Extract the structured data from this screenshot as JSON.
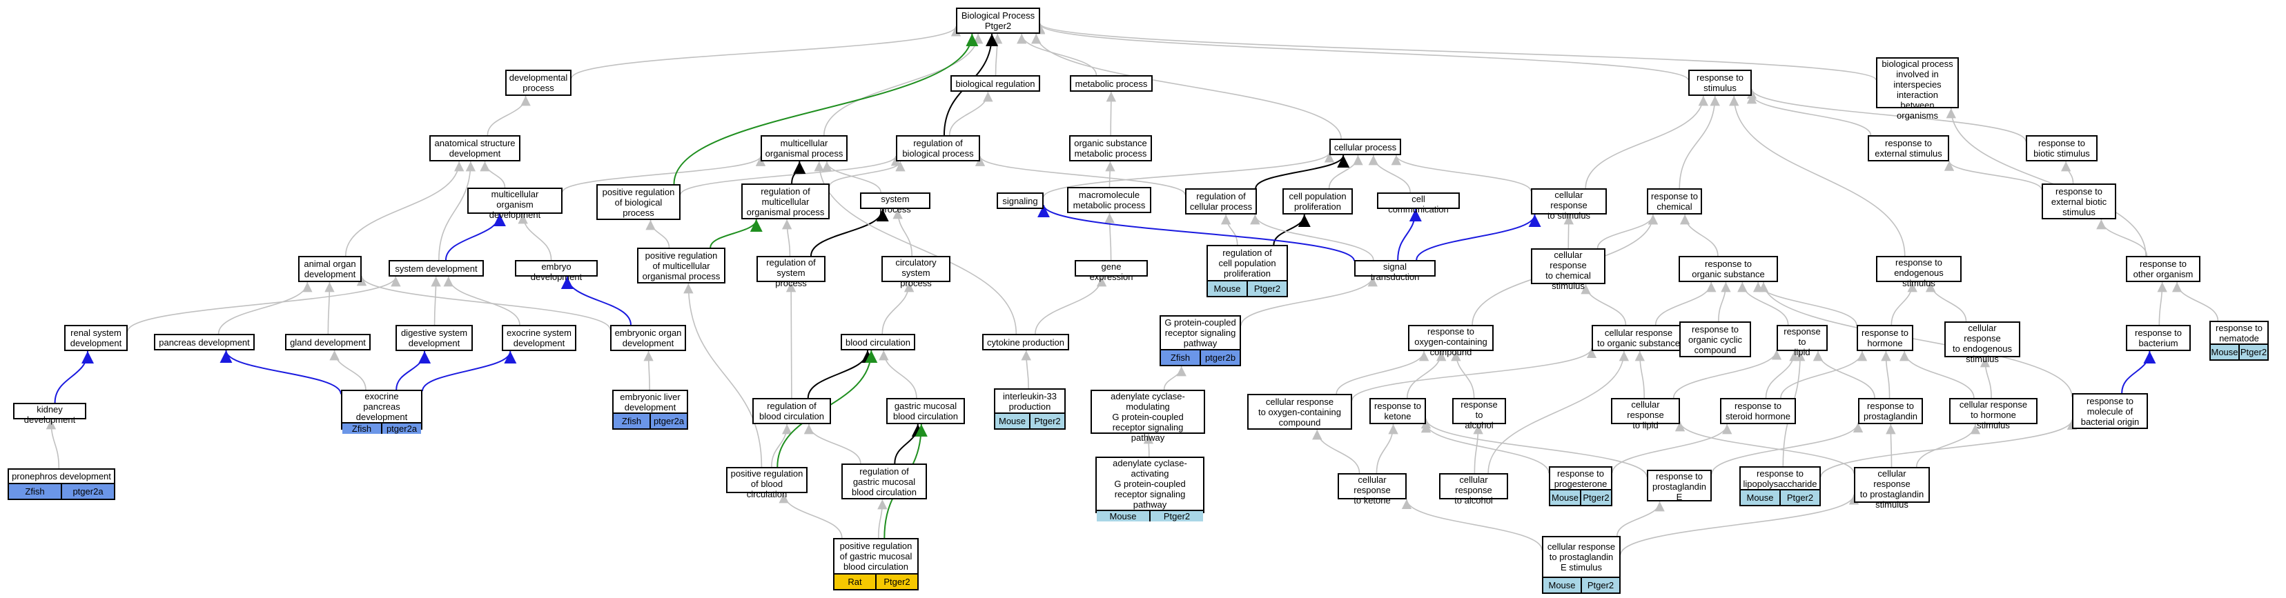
{
  "colors": {
    "edge_default": "#c0c0c0",
    "edge_black": "#000000",
    "edge_green": "#1f8f1f",
    "edge_blue": "#1a1adf",
    "zfish_tag": "#6b96e8",
    "mouse_tag": "#a9d6e6",
    "rat_tag": "#f6c800"
  },
  "nodes": [
    {
      "id": "bp",
      "label": "Biological Process\nPtger2"
    },
    {
      "id": "devproc",
      "label": "developmental\nprocess"
    },
    {
      "id": "bioreg",
      "label": "biological regulation"
    },
    {
      "id": "metab",
      "label": "metabolic process"
    },
    {
      "id": "rstim",
      "label": "response to\nstimulus"
    },
    {
      "id": "interorg",
      "label": "biological process\ninvolved in\ninterspecies\ninteraction\nbetween organisms"
    },
    {
      "id": "asd",
      "label": "anatomical structure\ndevelopment"
    },
    {
      "id": "multi",
      "label": "multicellular\norganismal process"
    },
    {
      "id": "regbp",
      "label": "regulation of\nbiological process"
    },
    {
      "id": "osmp",
      "label": "organic substance\nmetabolic process"
    },
    {
      "id": "cellproc",
      "label": "cellular process"
    },
    {
      "id": "rextstim",
      "label": "response to\nexternal stimulus"
    },
    {
      "id": "rbiostim",
      "label": "response to\nbiotic stimulus"
    },
    {
      "id": "mod",
      "label": "multicellular\norganism development"
    },
    {
      "id": "posregbp",
      "label": "positive regulation\nof biological\nprocess"
    },
    {
      "id": "regmulti",
      "label": "regulation of\nmulticellular\norganismal process"
    },
    {
      "id": "sysproc",
      "label": "system process"
    },
    {
      "id": "signaling",
      "label": "signaling"
    },
    {
      "id": "macromp",
      "label": "macromolecule\nmetabolic process"
    },
    {
      "id": "regcp",
      "label": "regulation of\ncellular process"
    },
    {
      "id": "cellprolif",
      "label": "cell population\nproliferation"
    },
    {
      "id": "cellcomm",
      "label": "cell communication"
    },
    {
      "id": "crstim",
      "label": "cellular response\nto stimulus"
    },
    {
      "id": "rchem",
      "label": "response to\nchemical"
    },
    {
      "id": "rextbio",
      "label": "response to\nexternal biotic\nstimulus"
    },
    {
      "id": "aod",
      "label": "animal organ\ndevelopment"
    },
    {
      "id": "sysdev",
      "label": "system development"
    },
    {
      "id": "embdev",
      "label": "embryo development"
    },
    {
      "id": "posregmulti",
      "label": "positive regulation\nof multicellular\norganismal process"
    },
    {
      "id": "regsys",
      "label": "regulation of\nsystem process"
    },
    {
      "id": "circsys",
      "label": "circulatory\nsystem process"
    },
    {
      "id": "geneexp",
      "label": "gene expression"
    },
    {
      "id": "regcellprolif",
      "label": "regulation of\ncell population\nproliferation",
      "tags": [
        {
          "text": "Mouse",
          "color": "mouse_tag"
        },
        {
          "text": "Ptger2",
          "color": "mouse_tag"
        }
      ]
    },
    {
      "id": "sigtrans",
      "label": "signal transduction"
    },
    {
      "id": "crchem",
      "label": "cellular response\nto chemical\nstimulus"
    },
    {
      "id": "ros",
      "label": "response to\norganic substance"
    },
    {
      "id": "rendo",
      "label": "response to\nendogenous stimulus"
    },
    {
      "id": "rother",
      "label": "response to\nother organism"
    },
    {
      "id": "renal",
      "label": "renal system\ndevelopment"
    },
    {
      "id": "pancdev",
      "label": "pancreas development"
    },
    {
      "id": "glanddev",
      "label": "gland development"
    },
    {
      "id": "digdev",
      "label": "digestive system\ndevelopment"
    },
    {
      "id": "exodev",
      "label": "exocrine system\ndevelopment"
    },
    {
      "id": "embod",
      "label": "embryonic organ\ndevelopment"
    },
    {
      "id": "bloodcirc",
      "label": "blood circulation"
    },
    {
      "id": "gpcr",
      "label": "G protein-coupled\nreceptor signaling\npathway",
      "tags": [
        {
          "text": "Zfish",
          "color": "zfish_tag"
        },
        {
          "text": "ptger2b",
          "color": "zfish_tag"
        }
      ]
    },
    {
      "id": "cytprod",
      "label": "cytokine production"
    },
    {
      "id": "roxy",
      "label": "response to\noxygen-containing\ncompound"
    },
    {
      "id": "cros",
      "label": "cellular response\nto organic substance"
    },
    {
      "id": "rocc",
      "label": "response to\norganic cyclic\ncompound"
    },
    {
      "id": "rlipid",
      "label": "response to\nlipid"
    },
    {
      "id": "rhormone",
      "label": "response to\nhormone"
    },
    {
      "id": "crendo",
      "label": "cellular response\nto endogenous\nstimulus"
    },
    {
      "id": "rnematode",
      "label": "response to\nnematode",
      "tags": [
        {
          "text": "Mouse",
          "color": "mouse_tag"
        },
        {
          "text": "Ptger2",
          "color": "mouse_tag"
        }
      ]
    },
    {
      "id": "rbact",
      "label": "response to\nbacterium"
    },
    {
      "id": "kidney",
      "label": "kidney development"
    },
    {
      "id": "exopanc",
      "label": "exocrine pancreas\ndevelopment",
      "tags": [
        {
          "text": "Zfish",
          "color": "zfish_tag"
        },
        {
          "text": "ptger2a",
          "color": "zfish_tag"
        }
      ]
    },
    {
      "id": "embliver",
      "label": "embryonic liver\ndevelopment",
      "tags": [
        {
          "text": "Zfish",
          "color": "zfish_tag"
        },
        {
          "text": "ptger2a",
          "color": "zfish_tag"
        }
      ]
    },
    {
      "id": "il33",
      "label": "interleukin-33\nproduction",
      "tags": [
        {
          "text": "Mouse",
          "color": "mouse_tag"
        },
        {
          "text": "Ptger2",
          "color": "mouse_tag"
        }
      ]
    },
    {
      "id": "regblood",
      "label": "regulation of\nblood circulation"
    },
    {
      "id": "gmbc",
      "label": "gastric mucosal\nblood circulation"
    },
    {
      "id": "acmod",
      "label": "adenylate cyclase-modulating\nG protein-coupled\nreceptor signaling\npathway"
    },
    {
      "id": "croxy",
      "label": "cellular response\nto oxygen-containing\ncompound"
    },
    {
      "id": "rketone",
      "label": "response to\nketone"
    },
    {
      "id": "ralcohol",
      "label": "response to\nalcohol"
    },
    {
      "id": "crlipid",
      "label": "cellular response\nto lipid"
    },
    {
      "id": "rsteroid",
      "label": "response to\nsteroid hormone"
    },
    {
      "id": "rprosta",
      "label": "response to\nprostaglandin"
    },
    {
      "id": "crhormone",
      "label": "cellular response\nto hormone stimulus"
    },
    {
      "id": "rmbo",
      "label": "response to\nmolecule of\nbacterial origin"
    },
    {
      "id": "pronephros",
      "label": "pronephros development",
      "tags": [
        {
          "text": "Zfish",
          "color": "zfish_tag"
        },
        {
          "text": "ptger2a",
          "color": "zfish_tag"
        }
      ]
    },
    {
      "id": "posregblood",
      "label": "positive regulation\nof blood circulation"
    },
    {
      "id": "reggmbc",
      "label": "regulation of\ngastric mucosal\nblood circulation"
    },
    {
      "id": "acact",
      "label": "adenylate cyclase-activating\nG protein-coupled\nreceptor signaling\npathway",
      "tags": [
        {
          "text": "Mouse",
          "color": "mouse_tag"
        },
        {
          "text": "Ptger2",
          "color": "mouse_tag"
        }
      ]
    },
    {
      "id": "crketone",
      "label": "cellular response\nto ketone"
    },
    {
      "id": "cralcohol",
      "label": "cellular response\nto alcohol"
    },
    {
      "id": "rprog",
      "label": "response to\nprogesterone",
      "tags": [
        {
          "text": "Mouse",
          "color": "mouse_tag"
        },
        {
          "text": "Ptger2",
          "color": "mouse_tag"
        }
      ]
    },
    {
      "id": "rpge",
      "label": "response to\nprostaglandin\nE"
    },
    {
      "id": "rlps",
      "label": "response to\nlipopolysaccharide",
      "tags": [
        {
          "text": "Mouse",
          "color": "mouse_tag"
        },
        {
          "text": "Ptger2",
          "color": "mouse_tag"
        }
      ]
    },
    {
      "id": "crprosta",
      "label": "cellular response\nto prostaglandin\nstimulus"
    },
    {
      "id": "posreggmbc",
      "label": "positive regulation\nof gastric mucosal\nblood circulation",
      "tags": [
        {
          "text": "Rat",
          "color": "rat_tag"
        },
        {
          "text": "Ptger2",
          "color": "rat_tag"
        }
      ]
    },
    {
      "id": "crpge",
      "label": "cellular response\nto prostaglandin\nE stimulus",
      "tags": [
        {
          "text": "Mouse",
          "color": "mouse_tag"
        },
        {
          "text": "Ptger2",
          "color": "mouse_tag"
        }
      ]
    }
  ],
  "edges": [
    [
      "devproc",
      "bp",
      "default"
    ],
    [
      "bioreg",
      "bp",
      "default"
    ],
    [
      "metab",
      "bp",
      "default"
    ],
    [
      "rstim",
      "bp",
      "default"
    ],
    [
      "interorg",
      "bp",
      "default"
    ],
    [
      "asd",
      "devproc",
      "default"
    ],
    [
      "multi",
      "bp",
      "default"
    ],
    [
      "regbp",
      "bioreg",
      "default"
    ],
    [
      "osmp",
      "metab",
      "default"
    ],
    [
      "cellproc",
      "bp",
      "default"
    ],
    [
      "rextstim",
      "rstim",
      "default"
    ],
    [
      "rbiostim",
      "rstim",
      "default"
    ],
    [
      "mod",
      "asd",
      "default"
    ],
    [
      "mod",
      "multi",
      "default"
    ],
    [
      "posregbp",
      "regbp",
      "default"
    ],
    [
      "regmulti",
      "regbp",
      "default"
    ],
    [
      "regmulti",
      "multi",
      "black"
    ],
    [
      "sysproc",
      "multi",
      "default"
    ],
    [
      "signaling",
      "cellproc",
      "default"
    ],
    [
      "macromp",
      "osmp",
      "default"
    ],
    [
      "regcp",
      "regbp",
      "default"
    ],
    [
      "regcp",
      "cellproc",
      "black"
    ],
    [
      "cellprolif",
      "cellproc",
      "default"
    ],
    [
      "cellcomm",
      "cellproc",
      "default"
    ],
    [
      "crstim",
      "rstim",
      "default"
    ],
    [
      "crstim",
      "cellproc",
      "default"
    ],
    [
      "rchem",
      "rstim",
      "default"
    ],
    [
      "rextbio",
      "rextstim",
      "default"
    ],
    [
      "rextbio",
      "rbiostim",
      "default"
    ],
    [
      "aod",
      "asd",
      "default"
    ],
    [
      "sysdev",
      "asd",
      "default"
    ],
    [
      "sysdev",
      "mod",
      "blue"
    ],
    [
      "embdev",
      "mod",
      "default"
    ],
    [
      "posregmulti",
      "regmulti",
      "green"
    ],
    [
      "posregmulti",
      "posregbp",
      "default"
    ],
    [
      "regsys",
      "sysproc",
      "black"
    ],
    [
      "regsys",
      "regmulti",
      "default"
    ],
    [
      "circsys",
      "sysproc",
      "default"
    ],
    [
      "geneexp",
      "macromp",
      "default"
    ],
    [
      "regcellprolif",
      "regcp",
      "default"
    ],
    [
      "regcellprolif",
      "cellprolif",
      "black"
    ],
    [
      "sigtrans",
      "signaling",
      "blue"
    ],
    [
      "sigtrans",
      "cellcomm",
      "blue"
    ],
    [
      "sigtrans",
      "crstim",
      "blue"
    ],
    [
      "sigtrans",
      "regcp",
      "default"
    ],
    [
      "crchem",
      "rchem",
      "default"
    ],
    [
      "crchem",
      "crstim",
      "default"
    ],
    [
      "ros",
      "rchem",
      "default"
    ],
    [
      "rendo",
      "rstim",
      "default"
    ],
    [
      "rother",
      "rextbio",
      "default"
    ],
    [
      "rother",
      "interorg",
      "default"
    ],
    [
      "renal",
      "sysdev",
      "default"
    ],
    [
      "pancdev",
      "aod",
      "default"
    ],
    [
      "glanddev",
      "aod",
      "default"
    ],
    [
      "digdev",
      "sysdev",
      "default"
    ],
    [
      "exodev",
      "sysdev",
      "default"
    ],
    [
      "embod",
      "aod",
      "default"
    ],
    [
      "embod",
      "embdev",
      "blue"
    ],
    [
      "bloodcirc",
      "circsys",
      "default"
    ],
    [
      "gpcr",
      "sigtrans",
      "default"
    ],
    [
      "cytprod",
      "multi",
      "default"
    ],
    [
      "cytprod",
      "geneexp",
      "default"
    ],
    [
      "roxy",
      "rchem",
      "default"
    ],
    [
      "cros",
      "ros",
      "default"
    ],
    [
      "cros",
      "crchem",
      "default"
    ],
    [
      "rocc",
      "ros",
      "default"
    ],
    [
      "rlipid",
      "ros",
      "default"
    ],
    [
      "rhormone",
      "ros",
      "default"
    ],
    [
      "rhormone",
      "rendo",
      "default"
    ],
    [
      "crendo",
      "rendo",
      "default"
    ],
    [
      "rnematode",
      "rother",
      "default"
    ],
    [
      "rbact",
      "rother",
      "default"
    ],
    [
      "kidney",
      "renal",
      "blue"
    ],
    [
      "exopanc",
      "pancdev",
      "blue"
    ],
    [
      "exopanc",
      "glanddev",
      "default"
    ],
    [
      "exopanc",
      "digdev",
      "blue"
    ],
    [
      "exopanc",
      "exodev",
      "blue"
    ],
    [
      "embliver",
      "embod",
      "default"
    ],
    [
      "il33",
      "cytprod",
      "default"
    ],
    [
      "regblood",
      "bloodcirc",
      "black"
    ],
    [
      "regblood",
      "regsys",
      "default"
    ],
    [
      "gmbc",
      "bloodcirc",
      "default"
    ],
    [
      "acmod",
      "gpcr",
      "default"
    ],
    [
      "croxy",
      "roxy",
      "default"
    ],
    [
      "croxy",
      "cros",
      "default"
    ],
    [
      "rketone",
      "roxy",
      "default"
    ],
    [
      "ralcohol",
      "roxy",
      "default"
    ],
    [
      "crlipid",
      "rlipid",
      "default"
    ],
    [
      "crlipid",
      "cros",
      "default"
    ],
    [
      "rsteroid",
      "rlipid",
      "default"
    ],
    [
      "rsteroid",
      "rhormone",
      "default"
    ],
    [
      "rprosta",
      "rlipid",
      "default"
    ],
    [
      "rprosta",
      "rhormone",
      "default"
    ],
    [
      "crhormone",
      "rhormone",
      "default"
    ],
    [
      "crhormone",
      "crendo",
      "default"
    ],
    [
      "rmbo",
      "rbact",
      "blue"
    ],
    [
      "rmbo",
      "ros",
      "default"
    ],
    [
      "pronephros",
      "kidney",
      "default"
    ],
    [
      "posregblood",
      "regblood",
      "default"
    ],
    [
      "posregblood",
      "bloodcirc",
      "green"
    ],
    [
      "posregblood",
      "posregmulti",
      "default"
    ],
    [
      "reggmbc",
      "gmbc",
      "black"
    ],
    [
      "reggmbc",
      "regblood",
      "default"
    ],
    [
      "acact",
      "acmod",
      "default"
    ],
    [
      "crketone",
      "rketone",
      "default"
    ],
    [
      "crketone",
      "croxy",
      "default"
    ],
    [
      "cralcohol",
      "ralcohol",
      "default"
    ],
    [
      "cralcohol",
      "cros",
      "default"
    ],
    [
      "rprog",
      "rsteroid",
      "default"
    ],
    [
      "rprog",
      "rketone",
      "default"
    ],
    [
      "rpge",
      "rprosta",
      "default"
    ],
    [
      "rpge",
      "rketone",
      "default"
    ],
    [
      "rlps",
      "rmbo",
      "default"
    ],
    [
      "rlps",
      "rlipid",
      "default"
    ],
    [
      "crprosta",
      "rprosta",
      "default"
    ],
    [
      "crprosta",
      "crlipid",
      "default"
    ],
    [
      "crprosta",
      "crhormone",
      "default"
    ],
    [
      "posreggmbc",
      "reggmbc",
      "default"
    ],
    [
      "posreggmbc",
      "gmbc",
      "green"
    ],
    [
      "posreggmbc",
      "posregblood",
      "default"
    ],
    [
      "crpge",
      "rpge",
      "default"
    ],
    [
      "crpge",
      "crprosta",
      "default"
    ],
    [
      "crpge",
      "crketone",
      "default"
    ],
    [
      "posregbp",
      "bp",
      "green"
    ],
    [
      "regbp",
      "bp",
      "black"
    ]
  ]
}
